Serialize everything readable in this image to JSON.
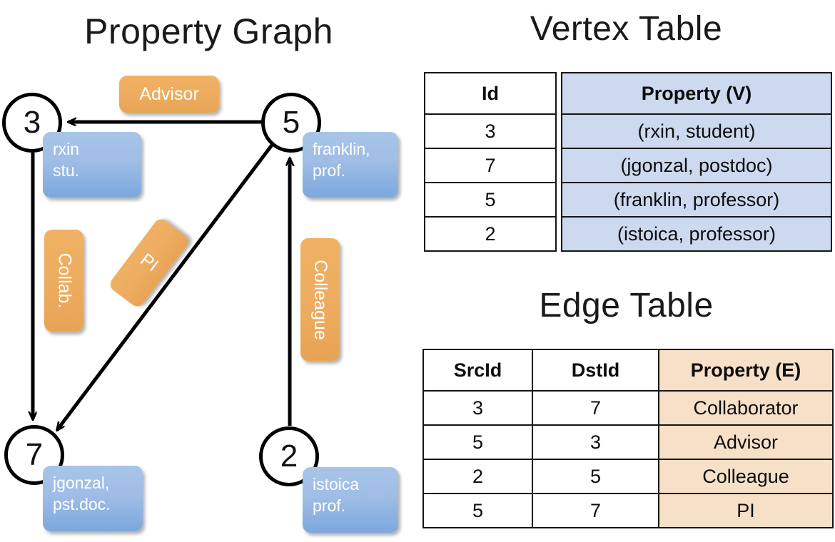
{
  "titles": {
    "property_graph": "Property Graph",
    "vertex_table": "Vertex Table",
    "edge_table": "Edge Table"
  },
  "colors": {
    "vertex_cell": "#ccd9ee",
    "edge_cell": "#f6e0c8",
    "property_box": "#9fbde6",
    "edge_label_box": "#eeae62",
    "stroke": "#000000"
  },
  "graph": {
    "vertices": [
      {
        "id": "3",
        "property": "rxin\nstu.",
        "prop_line1": "rxin",
        "prop_line2": "stu."
      },
      {
        "id": "5",
        "property": "franklin,\nprof.",
        "prop_line1": "franklin,",
        "prop_line2": "prof."
      },
      {
        "id": "7",
        "property": "jgonzal,\npst.doc.",
        "prop_line1": "jgonzal,",
        "prop_line2": "pst.doc."
      },
      {
        "id": "2",
        "property": "istoica\nprof.",
        "prop_line1": "istoica",
        "prop_line2": "prof."
      }
    ],
    "edge_labels": [
      {
        "name": "advisor",
        "label": "Advisor",
        "orientation": "horizontal"
      },
      {
        "name": "collab",
        "label": "Collab.",
        "orientation": "vertical"
      },
      {
        "name": "pi",
        "label": "PI",
        "orientation": "diagonal"
      },
      {
        "name": "colleague",
        "label": "Colleague",
        "orientation": "vertical"
      }
    ],
    "edges": [
      {
        "from": "5",
        "to": "3",
        "label": "Advisor"
      },
      {
        "from": "3",
        "to": "7",
        "label": "Collab."
      },
      {
        "from": "5",
        "to": "7",
        "label": "PI"
      },
      {
        "from": "2",
        "to": "5",
        "label": "Colleague"
      }
    ]
  },
  "vertex_table": {
    "columns": [
      "Id",
      "Property (V)"
    ],
    "rows": [
      {
        "id": "3",
        "property": "(rxin, student)"
      },
      {
        "id": "7",
        "property": "(jgonzal, postdoc)"
      },
      {
        "id": "5",
        "property": "(franklin, professor)"
      },
      {
        "id": "2",
        "property": "(istoica, professor)"
      }
    ]
  },
  "edge_table": {
    "columns": [
      "SrcId",
      "DstId",
      "Property (E)"
    ],
    "rows": [
      {
        "src": "3",
        "dst": "7",
        "property": "Collaborator"
      },
      {
        "src": "5",
        "dst": "3",
        "property": "Advisor"
      },
      {
        "src": "2",
        "dst": "5",
        "property": "Colleague"
      },
      {
        "src": "5",
        "dst": "7",
        "property": "PI"
      }
    ]
  }
}
